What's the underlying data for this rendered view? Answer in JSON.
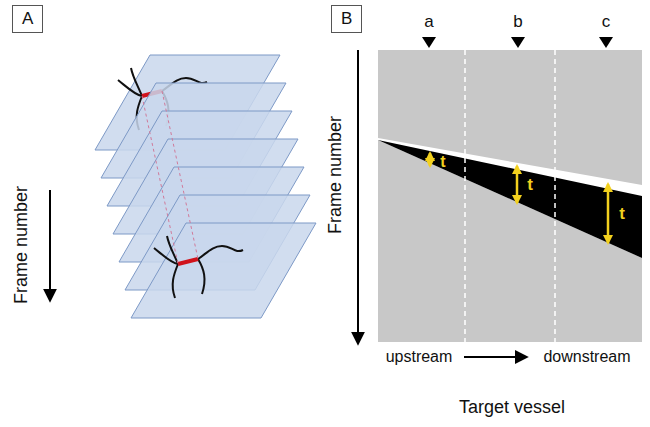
{
  "diagram": {
    "nodes": [
      {
        "text": [
          "A"
        ]
      },
      {
        "text": [
          "B"
        ]
      }
    ],
    "labels": [
      "Frame number",
      "a",
      "b",
      "c",
      "t",
      "t",
      "t",
      "Frame number",
      "upstream",
      "downstream",
      "Target vessel"
    ]
  }
}
